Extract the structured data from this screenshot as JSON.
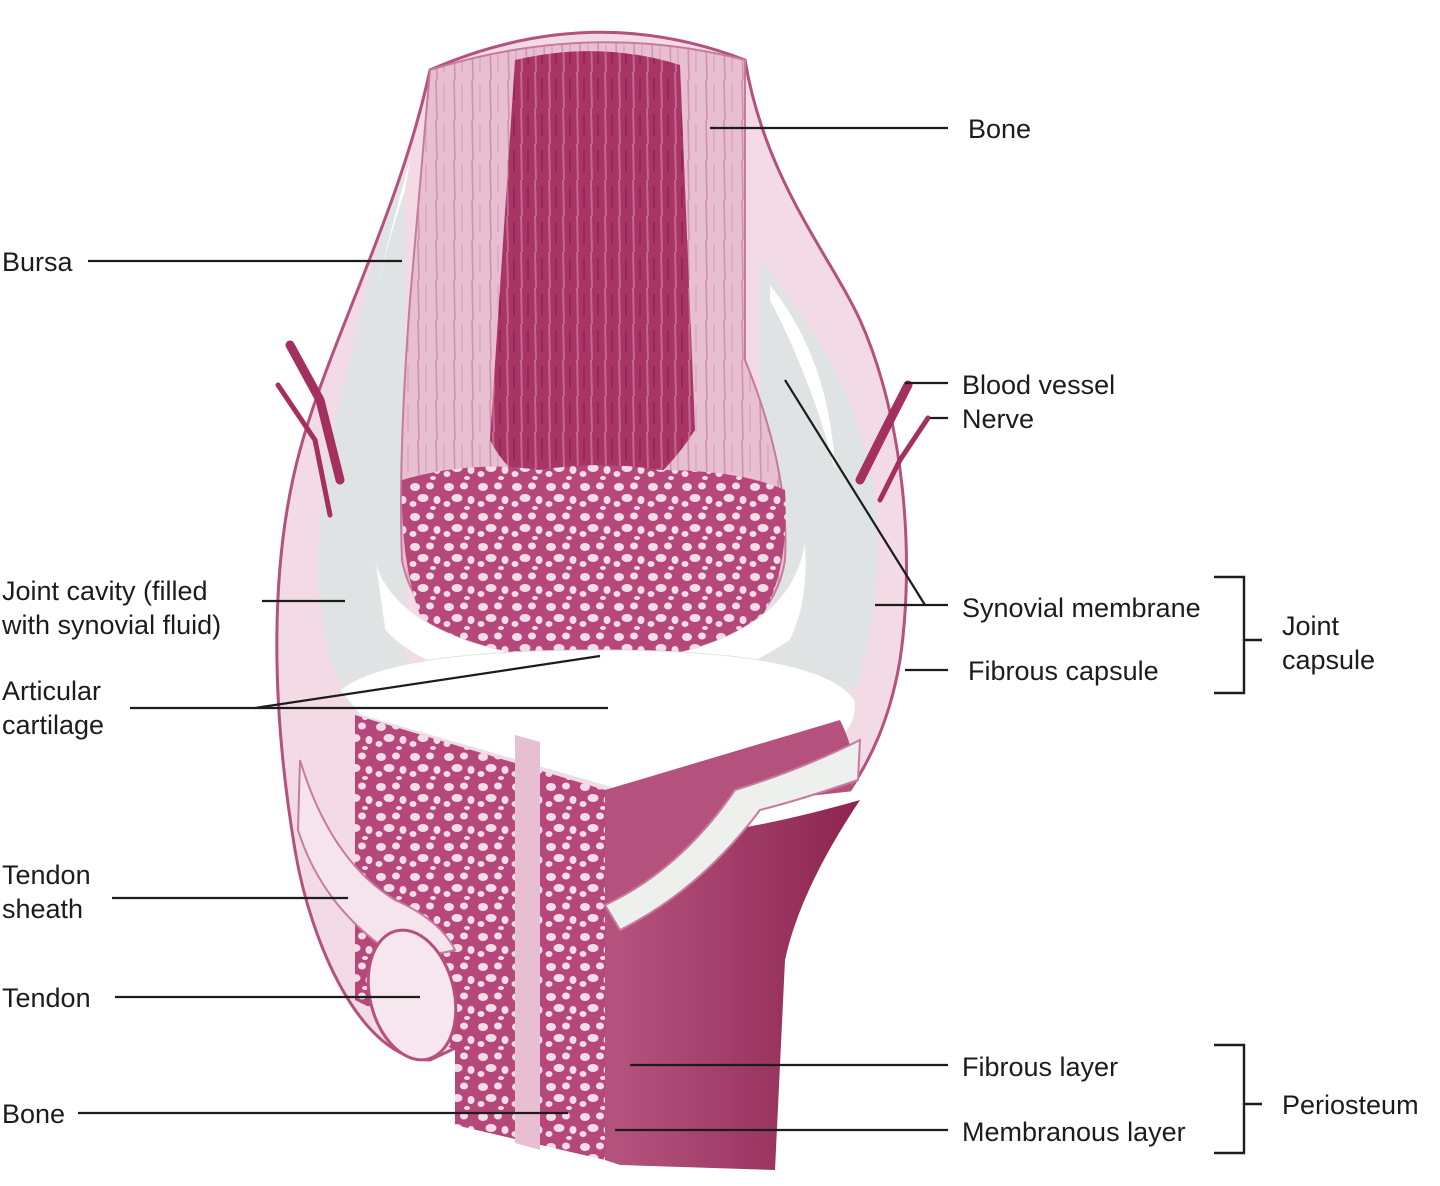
{
  "colors": {
    "bone_deep": "#a3305e",
    "bone_mid": "#c77b9c",
    "bone_light": "#e9c6d5",
    "sheath": "#f2dbe5",
    "cavity": "#dfe3e3",
    "cartilage": "#ffffff",
    "line": "#1c1c1c"
  },
  "labels": {
    "bone_top": "Bone",
    "bursa": "Bursa",
    "blood_vessel": "Blood vessel",
    "nerve": "Nerve",
    "joint_cavity_1": "Joint cavity (filled",
    "joint_cavity_2": "with synovial fluid)",
    "synovial_membrane": "Synovial membrane",
    "fibrous_capsule": "Fibrous capsule",
    "joint_capsule_1": "Joint",
    "joint_capsule_2": "capsule",
    "articular_1": "Articular",
    "articular_2": "cartilage",
    "tendon_sheath_1": "Tendon",
    "tendon_sheath_2": "sheath",
    "tendon": "Tendon",
    "bone_bottom": "Bone",
    "fibrous_layer": "Fibrous layer",
    "membranous_layer": "Membranous layer",
    "periosteum": "Periosteum"
  }
}
